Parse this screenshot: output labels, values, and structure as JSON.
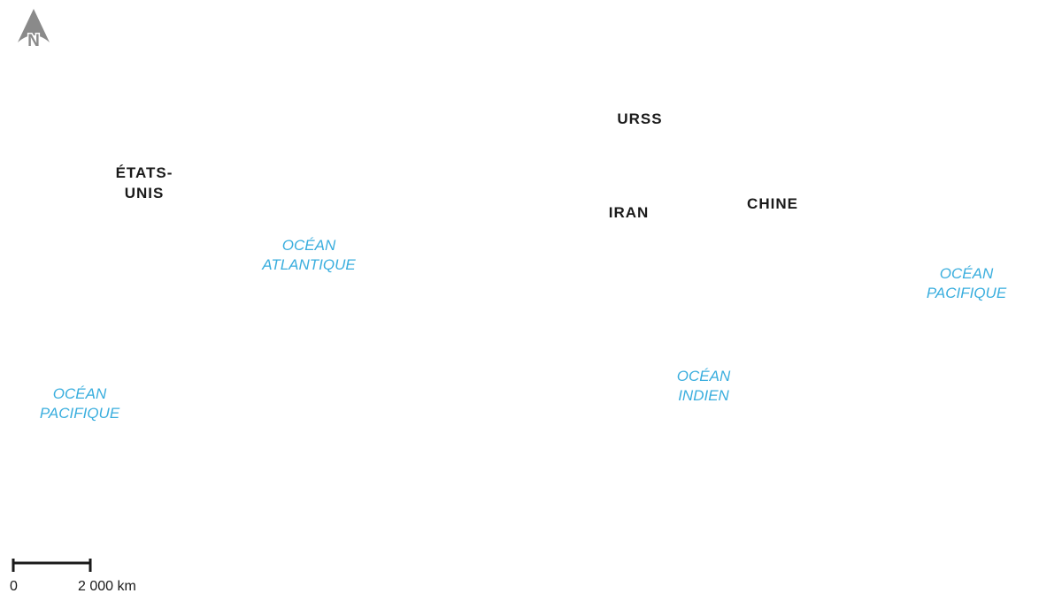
{
  "map": {
    "north_arrow": {
      "icon": "north-arrow-icon",
      "label": "N",
      "color": "#8a8a8a"
    },
    "countries": {
      "etats_unis": {
        "line1": "ÉTATS-",
        "line2": "UNIS"
      },
      "urss": "URSS",
      "iran": "IRAN",
      "chine": "CHINE"
    },
    "oceans": {
      "atlantique": {
        "line1": "OCÉAN",
        "line2": "ATLANTIQUE"
      },
      "pacifique_west": {
        "line1": "OCÉAN",
        "line2": "PACIFIQUE"
      },
      "pacifique_east": {
        "line1": "OCÉAN",
        "line2": "PACIFIQUE"
      },
      "indien": {
        "line1": "OCÉAN",
        "line2": "INDIEN"
      }
    },
    "ocean_label_color": "#3aaede",
    "scale_bar": {
      "start_label": "0",
      "end_label": "2 000 km"
    }
  }
}
